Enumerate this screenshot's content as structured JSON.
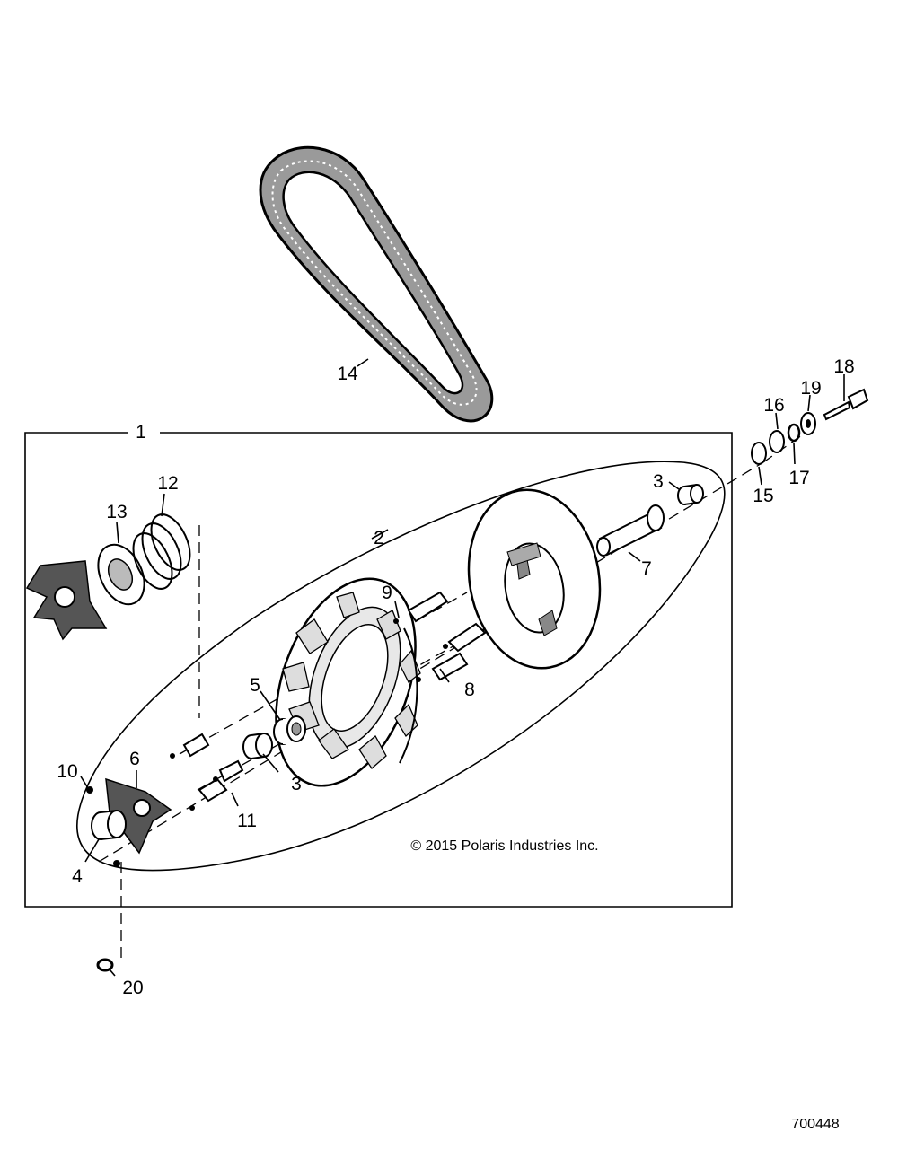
{
  "diagram": {
    "callouts": {
      "c1": "1",
      "c2": "2",
      "c3a": "3",
      "c3b": "3",
      "c4": "4",
      "c5": "5",
      "c6": "6",
      "c7": "7",
      "c8": "8",
      "c9": "9",
      "c10": "10",
      "c11": "11",
      "c12": "12",
      "c13": "13",
      "c14": "14",
      "c15": "15",
      "c16": "16",
      "c17": "17",
      "c18": "18",
      "c19": "19",
      "c20": "20"
    },
    "copyright": "© 2015 Polaris Industries Inc.",
    "figure_id": "700448"
  }
}
